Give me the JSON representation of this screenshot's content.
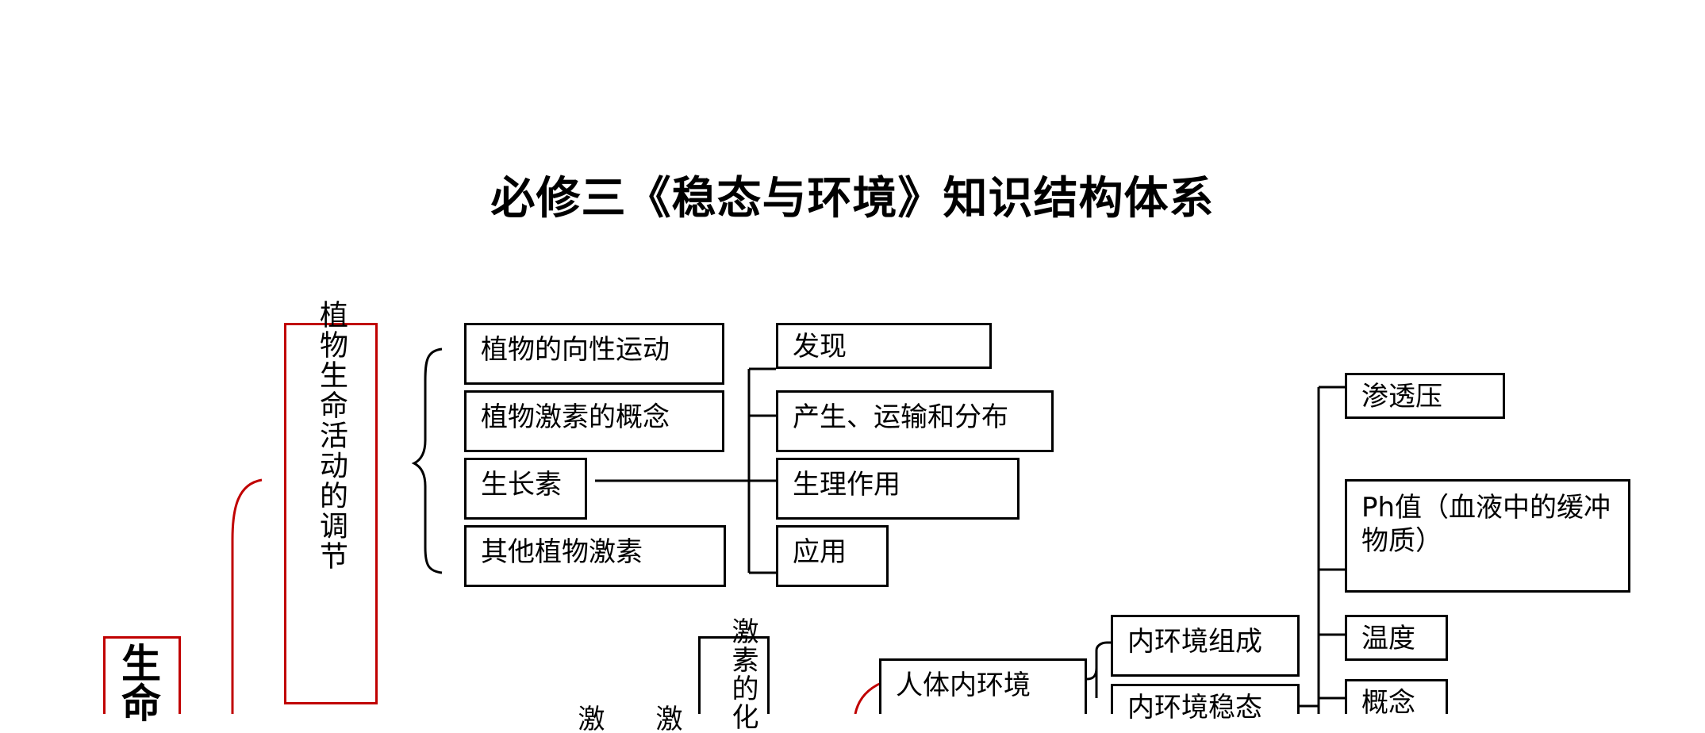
{
  "title": "必修三《稳态与环境》知识结构体系",
  "plant": {
    "vertical_label": "植物生命活动的调节",
    "topics": [
      "植物的向性运动",
      "植物激素的概念",
      "生长素",
      "其他植物激素"
    ],
    "auxin_aspects": [
      "发现",
      "产生、运输和分布",
      "生理作用",
      "应用"
    ]
  },
  "root_label": "生命",
  "hormone": {
    "vertical_label": "激素的化",
    "partial_chars": [
      "激",
      "激"
    ]
  },
  "human": {
    "internal_env": "人体内环境",
    "composition": "内环境组成",
    "homeostasis": "内环境稳态",
    "factors": [
      "渗透压",
      "Ph值（血液中的缓冲物质）",
      "温度",
      "概念"
    ]
  },
  "colors": {
    "accent_red": "#c00000",
    "line": "#000000"
  }
}
